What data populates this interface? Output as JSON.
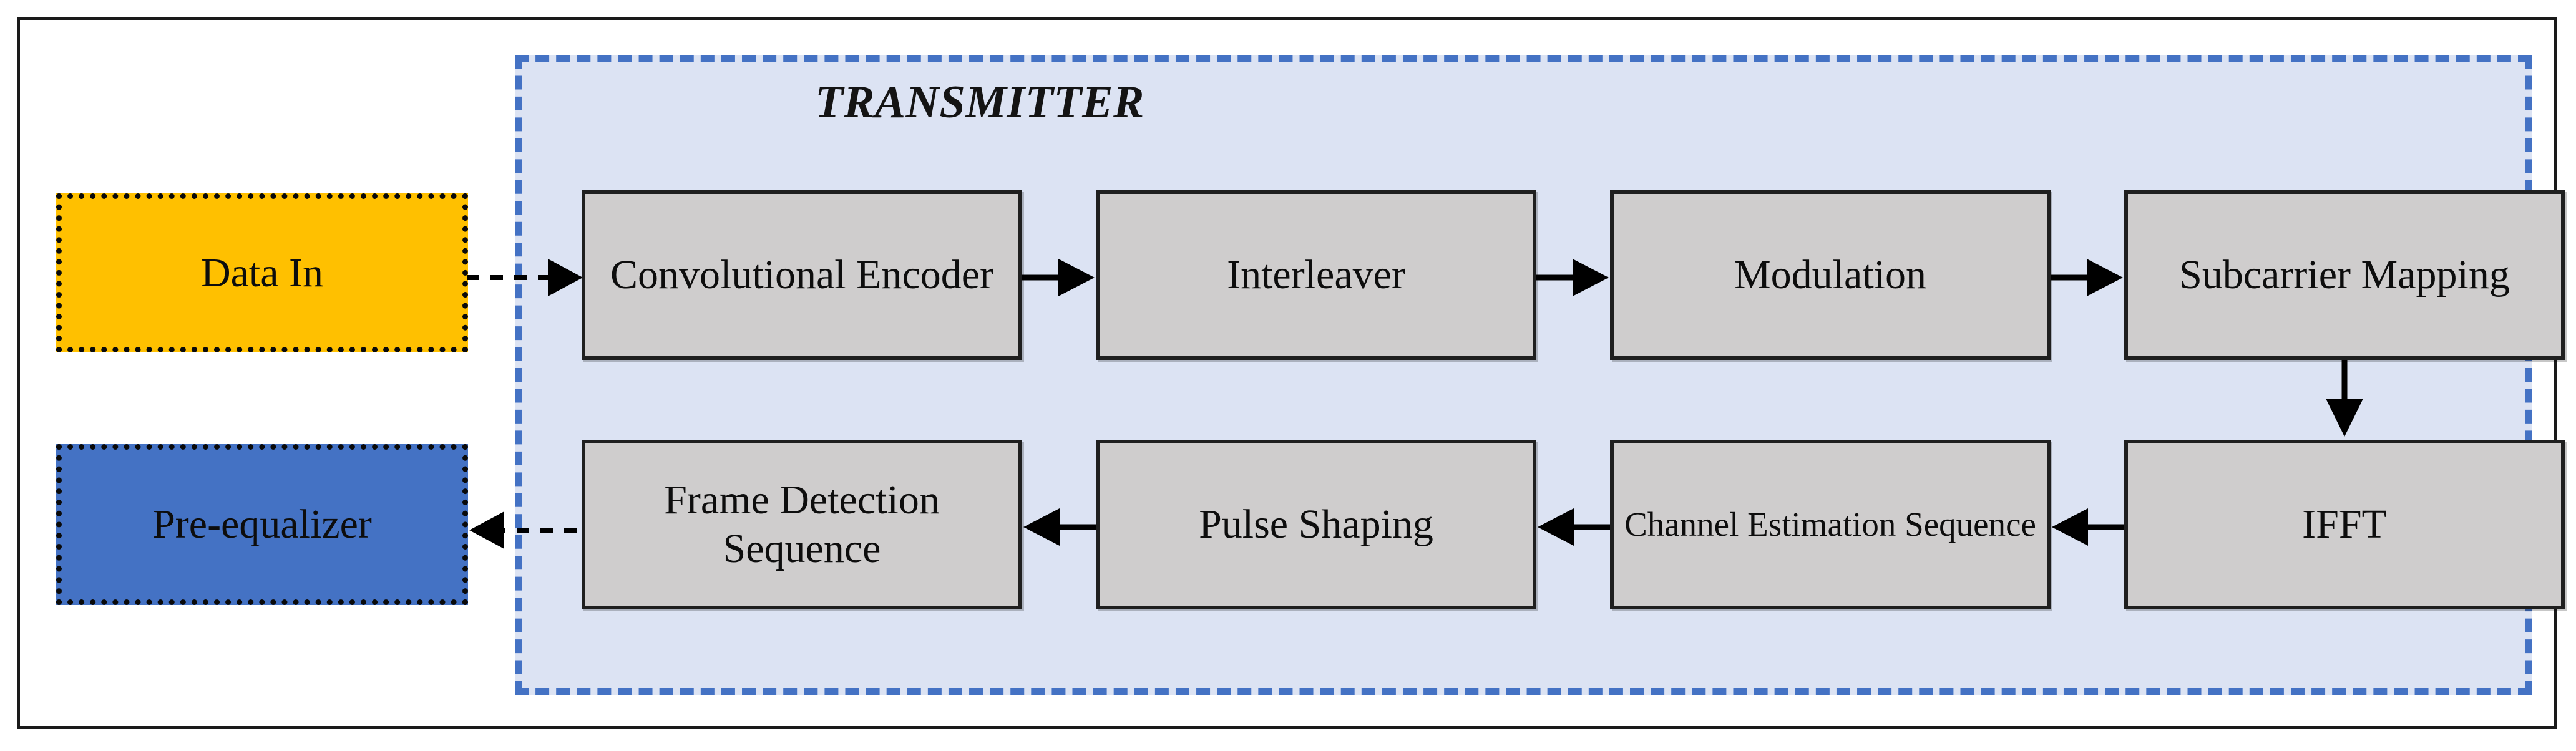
{
  "diagram": {
    "title": "TRANSMITTER",
    "region_label": "TRANSMITTER",
    "colors": {
      "region_fill": "#dce3f3",
      "region_border": "#4472c4",
      "block_fill": "#cfcdcd",
      "block_border": "#1f1f1f",
      "data_in_fill": "#ffc000",
      "pre_equalizer_fill": "#4472c4",
      "frame_border": "#1a1a1a",
      "arrow": "#000000"
    },
    "io_blocks": [
      {
        "id": "data-in",
        "label": "Data In"
      },
      {
        "id": "pre-equalizer",
        "label": "Pre-equalizer"
      }
    ],
    "blocks": [
      {
        "id": "convolutional-encoder",
        "label": "Convolutional Encoder",
        "row": 1,
        "order": 1
      },
      {
        "id": "interleaver",
        "label": "Interleaver",
        "row": 1,
        "order": 2
      },
      {
        "id": "modulation",
        "label": "Modulation",
        "row": 1,
        "order": 3
      },
      {
        "id": "subcarrier-mapping",
        "label": "Subcarrier Mapping",
        "row": 1,
        "order": 4
      },
      {
        "id": "ifft",
        "label": "IFFT",
        "row": 2,
        "order": 1
      },
      {
        "id": "channel-estimation-sequence",
        "label": "Channel Estimation Sequence",
        "row": 2,
        "order": 2
      },
      {
        "id": "pulse-shaping",
        "label": "Pulse Shaping",
        "row": 2,
        "order": 3
      },
      {
        "id": "frame-detection-sequence",
        "label": "Frame Detection Sequence",
        "row": 2,
        "order": 4
      }
    ],
    "connections": [
      {
        "id": "data-in-to-convolutional-encoder",
        "from": "data-in",
        "to": "convolutional-encoder",
        "style": "dotted",
        "direction": "right"
      },
      {
        "id": "convolutional-encoder-to-interleaver",
        "from": "convolutional-encoder",
        "to": "interleaver",
        "style": "solid",
        "direction": "right"
      },
      {
        "id": "interleaver-to-modulation",
        "from": "interleaver",
        "to": "modulation",
        "style": "solid",
        "direction": "right"
      },
      {
        "id": "modulation-to-subcarrier-mapping",
        "from": "modulation",
        "to": "subcarrier-mapping",
        "style": "solid",
        "direction": "right"
      },
      {
        "id": "subcarrier-mapping-to-ifft",
        "from": "subcarrier-mapping",
        "to": "ifft",
        "style": "solid",
        "direction": "down"
      },
      {
        "id": "ifft-to-channel-estimation-sequence",
        "from": "ifft",
        "to": "channel-estimation-sequence",
        "style": "solid",
        "direction": "left"
      },
      {
        "id": "channel-estimation-sequence-to-pulse-shaping",
        "from": "channel-estimation-sequence",
        "to": "pulse-shaping",
        "style": "solid",
        "direction": "left"
      },
      {
        "id": "pulse-shaping-to-frame-detection-sequence",
        "from": "pulse-shaping",
        "to": "frame-detection-sequence",
        "style": "solid",
        "direction": "left"
      },
      {
        "id": "frame-detection-sequence-to-pre-equalizer",
        "from": "frame-detection-sequence",
        "to": "pre-equalizer",
        "style": "dotted",
        "direction": "left"
      }
    ]
  }
}
